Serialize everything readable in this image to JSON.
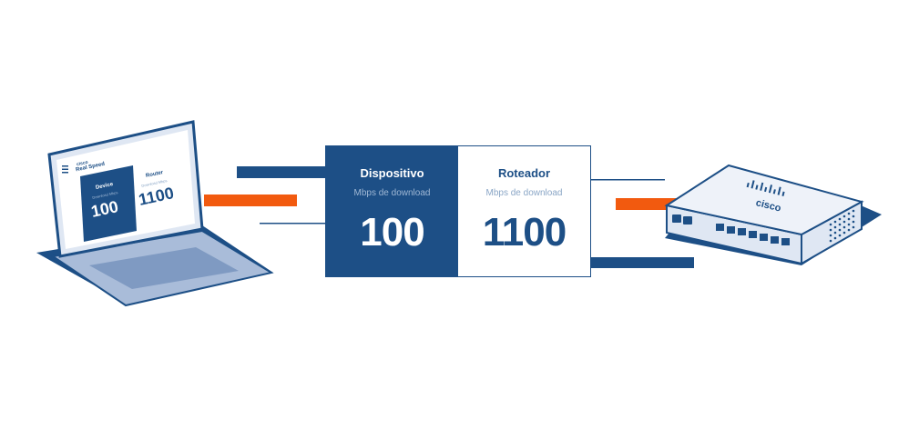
{
  "laptop_screen": {
    "brand": "cisco",
    "app_name": "Real Speed",
    "device_label": "Device",
    "device_sub": "Download Mbps",
    "device_value": "100",
    "router_label": "Router",
    "router_sub": "Download Mbps",
    "router_value": "1100"
  },
  "card": {
    "device_title": "Dispositivo",
    "device_subtitle": "Mbps de download",
    "device_value": "100",
    "router_title": "Roteador",
    "router_subtitle": "Mbps de download",
    "router_value": "1100"
  },
  "router_logo": "cisco",
  "colors": {
    "navy": "#1d4f86",
    "orange": "#f25a0f",
    "light_blue": "#dfe7f3",
    "mid_blue": "#a9bcd9"
  }
}
